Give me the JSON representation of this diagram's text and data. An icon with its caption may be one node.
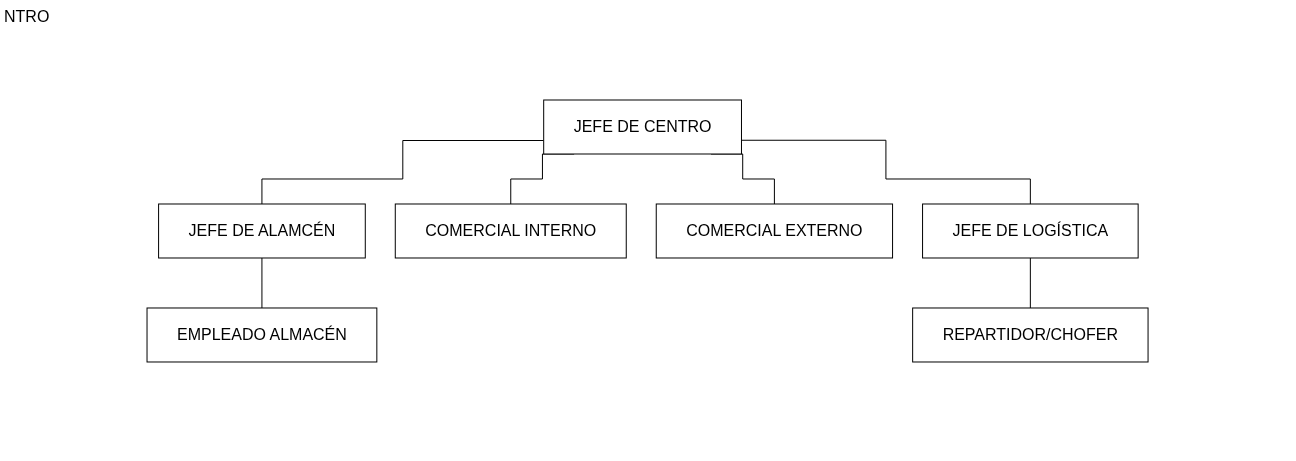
{
  "diagram": {
    "nodes": [
      {
        "text": [
          "JEFE DE CENTRO"
        ]
      },
      {
        "text": [
          "JEFE DE ALAMCÉN"
        ]
      },
      {
        "text": [
          "COMERCIAL INTERNO"
        ]
      },
      {
        "text": [
          "COMERCIAL EXTERNO"
        ]
      },
      {
        "text": [
          "JEFE DE LOGÍSTICA"
        ]
      },
      {
        "text": [
          "EMPLEADO ALMACÉN"
        ]
      },
      {
        "text": [
          "REPARTIDOR/CHOFER"
        ]
      }
    ],
    "edges": [
      {
        "from": 0,
        "to": 1,
        "arrow": "none"
      },
      {
        "from": 0,
        "to": 2,
        "arrow": "none"
      },
      {
        "from": 0,
        "to": 3,
        "arrow": "none"
      },
      {
        "from": 0,
        "to": 4,
        "arrow": "none"
      },
      {
        "from": 1,
        "to": 5,
        "arrow": "none"
      },
      {
        "from": 4,
        "to": 6,
        "arrow": "none"
      }
    ],
    "labels": [
      "NTRO"
    ]
  }
}
